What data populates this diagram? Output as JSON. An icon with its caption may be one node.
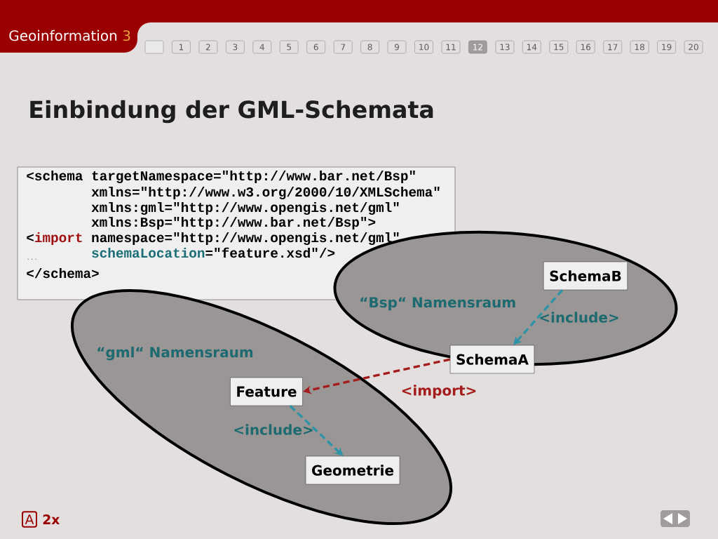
{
  "diagram": {
    "title": "Einbindung der GML-Schemata",
    "nodes": [
      {
        "text": [
          "<schema targetNamespace=\"http://www.bar.net/Bsp\"",
          "xmlns=\"http://www.w3.org/2000/10/XMLSchema\"",
          "xmlns:gml=\"http://www.opengis.net/gml\"",
          "xmlns:Bsp=\"http://www.bar.net/Bsp\">",
          "<",
          "import",
          "namespace=\"http://www.opengis.net/gml\"",
          "schemaLocation",
          "=\"feature.xsd\"/>",
          "...",
          "</schema>"
        ]
      },
      {
        "text": [
          "“Bsp“ Namensraum"
        ]
      },
      {
        "text": [
          "SchemaB"
        ],
        "in": 1
      },
      {
        "text": [
          "SchemaA"
        ]
      },
      {
        "text": [
          "“gml“ Namensraum"
        ]
      },
      {
        "text": [
          "Feature"
        ],
        "in": 4
      },
      {
        "text": [
          "Geometrie"
        ],
        "in": 4
      }
    ],
    "edges": [
      {
        "from": 2,
        "to": 3,
        "arrow": "to",
        "label": "<include>",
        "style": "dashed"
      },
      {
        "from": 3,
        "to": 5,
        "arrow": "to",
        "label": "<import>",
        "style": "dashed",
        "color": "#a51c1c"
      },
      {
        "from": 5,
        "to": 6,
        "arrow": "to",
        "label": "<include>",
        "style": "dashed"
      }
    ],
    "labels": [
      "Geoinformation",
      "3",
      "1",
      "2",
      "3",
      "4",
      "5",
      "6",
      "7",
      "8",
      "9",
      "10",
      "11",
      "12",
      "13",
      "14",
      "15",
      "16",
      "17",
      "18",
      "19",
      "20",
      "A",
      "2x"
    ]
  }
}
